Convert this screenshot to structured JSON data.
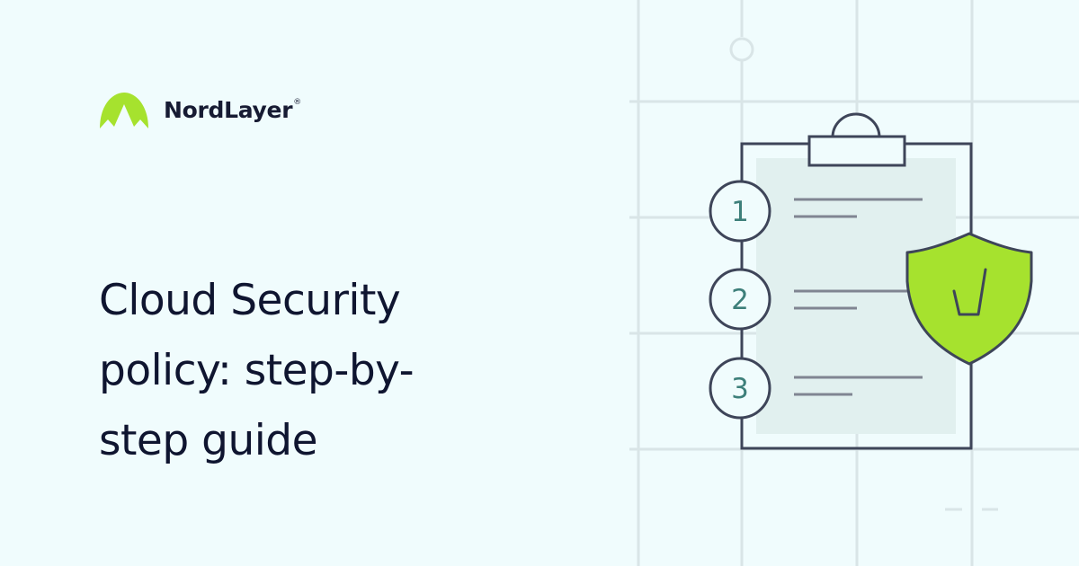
{
  "brand": {
    "name": "NordLayer",
    "registered_mark": "®",
    "logo_icon": "mountain-logo-icon"
  },
  "headline": {
    "lines": [
      "Cloud Security",
      "policy: step-by-",
      "step guide"
    ]
  },
  "illustration": {
    "steps": [
      {
        "number": "1"
      },
      {
        "number": "2"
      },
      {
        "number": "3"
      }
    ],
    "icons": [
      "clipboard-icon",
      "shield-check-icon"
    ],
    "colors": {
      "background": "#f0fcfd",
      "grid": "#d9e5e7",
      "outline": "#3e4559",
      "paper": "#e1f0ef",
      "accent_green": "#a6e22e",
      "step_number": "#3d7f7a",
      "text_lines": "#808592"
    }
  }
}
